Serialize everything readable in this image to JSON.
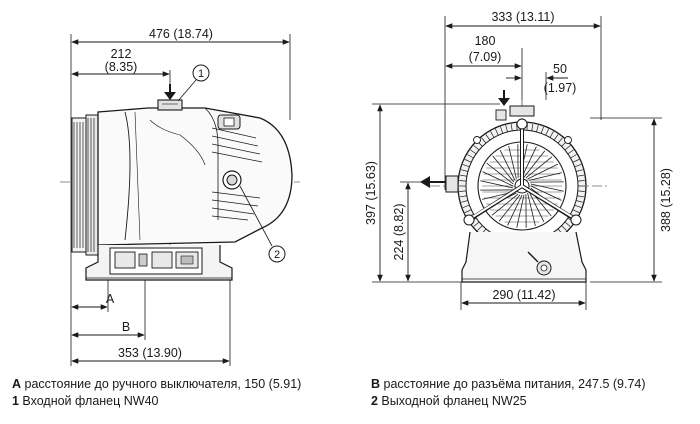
{
  "dimensions": {
    "overall_length": "476 (18.74)",
    "inlet_offset_mm": "212",
    "inlet_offset_in": "(8.35)",
    "label_a": "A",
    "label_b": "B",
    "base_length": "353 (13.90)",
    "overall_width": "333 (13.11)",
    "width_offset_mm": "180",
    "width_offset_in": "(7.09)",
    "inlet_side_mm": "50",
    "inlet_side_in": "(1.97)",
    "overall_height": "397 (15.63)",
    "exhaust_height": "224 (8.82)",
    "frame_height": "388 (15.28)",
    "base_width": "290 (11.42)"
  },
  "callouts": {
    "c1": "1",
    "c2": "2"
  },
  "legend": [
    {
      "key": "A",
      "text": " расстояние до ручного выключателя, 150 (5.91)"
    },
    {
      "key": "1",
      "text": " Входной фланец NW40"
    },
    {
      "key": "B",
      "text": " расстояние до разъёма питания, 247.5 (9.74)"
    },
    {
      "key": "2",
      "text": " Выходной фланец NW25"
    }
  ]
}
